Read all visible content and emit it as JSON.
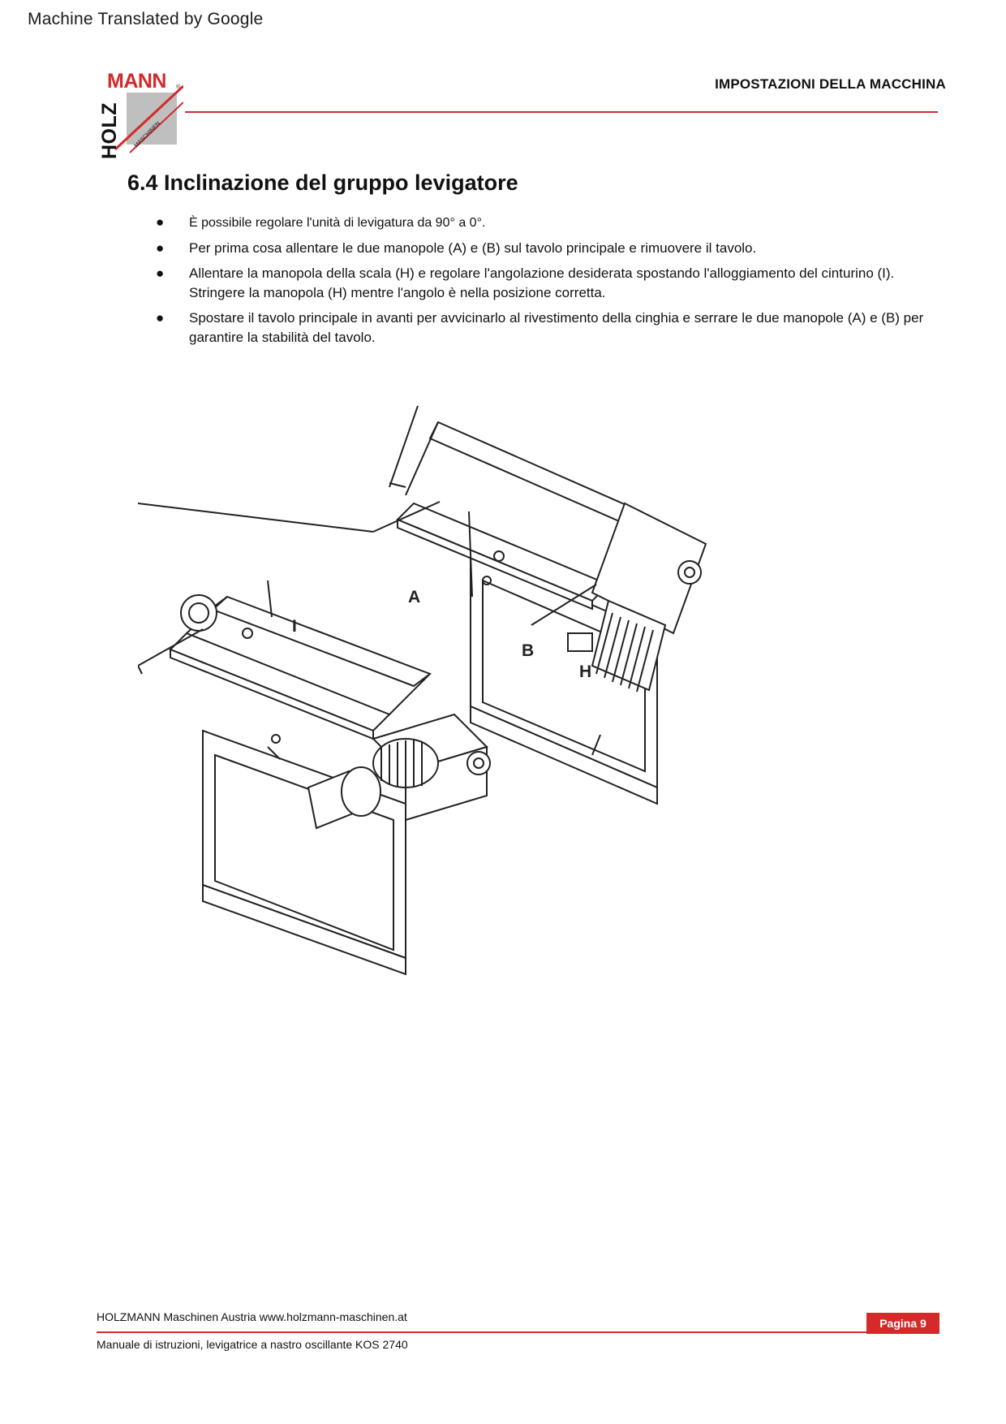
{
  "banner": "Machine Translated by Google",
  "logo": {
    "top_word": "MANN",
    "side_word": "HOLZ",
    "sub_word": "MASCHINEN",
    "reg_mark": "®"
  },
  "header": {
    "title": "IMPOSTAZIONI DELLA MACCHINA"
  },
  "section": {
    "title": "6.4 Inclinazione del gruppo levigatore"
  },
  "bullets": [
    "È possibile regolare l'unità di levigatura da 90° a 0°.",
    "Per prima cosa allentare le due manopole (A) e (B) sul tavolo principale e rimuovere il tavolo.",
    "Allentare la manopola della scala (H) e regolare l'angolazione desiderata spostando l'alloggiamento del cinturino (I). Stringere la manopola (H) mentre l'angolo è nella posizione corretta.",
    "Spostare il tavolo principale in avanti per avvicinarlo al rivestimento della cinghia e serrare le due manopole (A) e (B) per garantire la stabilità del tavolo."
  ],
  "figure_labels": {
    "a": "A",
    "b": "B",
    "h": "H",
    "i": "I"
  },
  "footer": {
    "company": "HOLZMANN Maschinen Austria www.holzmann-maschinen.at",
    "manual": "Manuale di istruzioni, levigatrice a nastro oscillante KOS 2740",
    "page": "Pagina 9"
  },
  "colors": {
    "accent": "#d42a2a",
    "rule": "#c93030",
    "logo_grey": "#bfbfbf"
  }
}
